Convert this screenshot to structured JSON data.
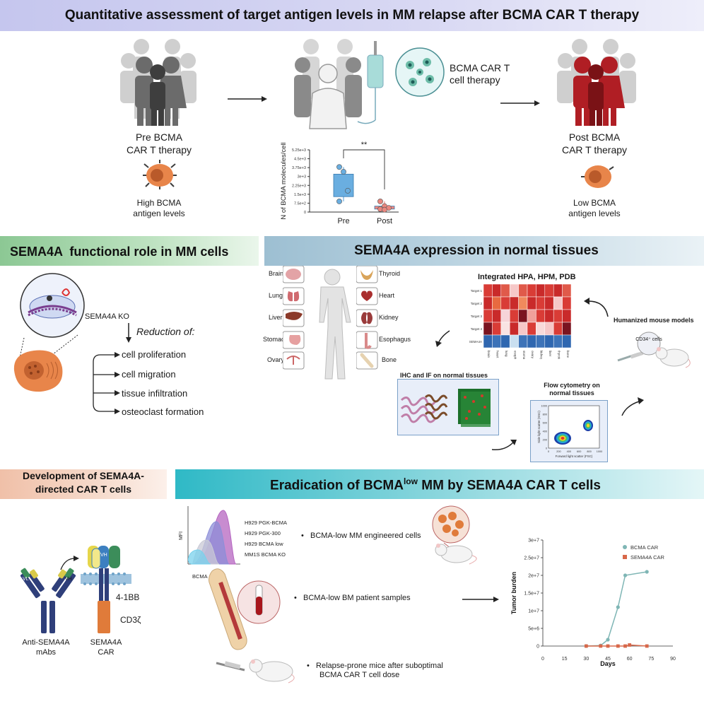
{
  "section1": {
    "title": "Quantitative assessment of target antigen levels in MM relapse after BCMA CAR T therapy",
    "pre_label_1": "Pre BCMA",
    "pre_label_2": "CAR T therapy",
    "pre_antigen_1": "High BCMA",
    "pre_antigen_2": "antigen levels",
    "therapy_label_1": "BCMA CAR T",
    "therapy_label_2": "cell therapy",
    "post_label_1": "Post BCMA",
    "post_label_2": "CAR T therapy",
    "post_antigen_1": "Low BCMA",
    "post_antigen_2": "antigen levels",
    "colors": {
      "banner": "#c5c6ee",
      "post_people": "#b01e24",
      "pre_people": "#666666"
    }
  },
  "chart_data": [
    {
      "type": "box",
      "ylabel": "N of BCMA molecules/cell",
      "yticks": [
        "0",
        "7.5e+2",
        "1.5e+3",
        "2.25e+3",
        "3e+3",
        "3.75e+3",
        "4.5e+3",
        "5.25e+3"
      ],
      "ylim": [
        0,
        5250
      ],
      "categories": [
        "Pre",
        "Post"
      ],
      "significance": "**",
      "series": [
        {
          "category": "Pre",
          "points": [
            3800,
            3400,
            1800,
            900
          ],
          "q1": 1300,
          "median": 2200,
          "q3": 3200,
          "min": 900,
          "max": 3800,
          "color": "#6aaee0"
        },
        {
          "category": "Post",
          "points": [
            900,
            500,
            350,
            250,
            200
          ],
          "q1": 250,
          "median": 350,
          "q3": 500,
          "min": 150,
          "max": 900,
          "color": "#e9877f"
        }
      ]
    },
    {
      "type": "heatmap",
      "title": "Integrated HPA, HPM, PDB",
      "rows": [
        "Target 1",
        "Target 2",
        "Target 3",
        "Target 4",
        "SEMA4A"
      ],
      "columns": [
        "brain",
        "heart",
        "lung",
        "esophagus",
        "stomach",
        "ovary",
        "kidney",
        "liver",
        "thyroid",
        "bone"
      ]
    },
    {
      "type": "scatter",
      "title": "Flow cytometry on normal tissues",
      "xlabel": "Forward light scatter (FSC)",
      "ylabel": "Side light scatter (SSC)",
      "xticks": [
        "0",
        "200",
        "400",
        "600",
        "800",
        "1000"
      ],
      "yticks": [
        "0",
        "200",
        "400",
        "600",
        "800",
        "1000"
      ]
    },
    {
      "type": "histogram",
      "xlabel": "BCMA",
      "ylabel": "MFI",
      "series": [
        {
          "name": "H929 PGK-BCMA",
          "color": "#b565c0"
        },
        {
          "name": "H929 PGK-300",
          "color": "#8c8ed8"
        },
        {
          "name": "H929 BCMA low",
          "color": "#c9c9d6"
        },
        {
          "name": "MM1S BCMA KO",
          "color": "#7ad1ec"
        }
      ]
    },
    {
      "type": "line",
      "xlabel": "Days",
      "ylabel": "Tumor burden",
      "xticks": [
        "0",
        "15",
        "30",
        "45",
        "60",
        "75",
        "90"
      ],
      "yticks": [
        "0",
        "5e+6",
        "1e+7",
        "1.5e+7",
        "2e+7",
        "2.5e+7",
        "3e+7"
      ],
      "xlim": [
        0,
        90
      ],
      "ylim": [
        0,
        30000000
      ],
      "series": [
        {
          "name": "BCMA CAR",
          "color": "#7fb6b5",
          "x": [
            30,
            40,
            45,
            52,
            57,
            72
          ],
          "y": [
            0,
            150000,
            1800000,
            11000000,
            20000000,
            21000000
          ]
        },
        {
          "name": "SEMA4A CAR",
          "color": "#d8684a",
          "x": [
            30,
            40,
            45,
            52,
            57,
            60,
            72
          ],
          "y": [
            0,
            0,
            0,
            0,
            0,
            300000,
            0
          ]
        }
      ]
    }
  ],
  "section2": {
    "title": "SEMA4A  functional role in MM cells",
    "ko_label": "SEMA4A KO",
    "reduction": "Reduction of:",
    "items": [
      "cell proliferation",
      "cell migration",
      "tissue infiltration",
      "osteoclast formation"
    ],
    "colors": {
      "banner": "#98cf9d"
    }
  },
  "section3": {
    "title": "SEMA4A expression in normal tissues",
    "organs_left": [
      "Brain",
      "Lung",
      "Liver",
      "Stomach",
      "Ovary"
    ],
    "organs_right": [
      "Thyroid",
      "Heart",
      "Kidney",
      "Esophagus",
      "Bone"
    ],
    "ihc_title": "IHC and IF on normal tissues",
    "mouse_title": "Humanized mouse models",
    "cd34_label": "CD34⁺ cells",
    "colors": {
      "banner": "#a9c6d6"
    }
  },
  "section4": {
    "title_1": "Development of SEMA4A-",
    "title_2": "directed CAR T cells",
    "vh": "VH",
    "vl": "VL",
    "label_41bb": "4-1BB",
    "label_cd3z": "CD3ζ",
    "mab_label_1": "Anti-SEMA4A",
    "mab_label_2": "mAbs",
    "car_label_1": "SEMA4A",
    "car_label_2": "CAR",
    "colors": {
      "banner": "#f3c9b3"
    }
  },
  "section5": {
    "title_pre": "Eradication of BCMA",
    "title_sup": "low",
    "title_post": " MM by SEMA4A CAR T cells",
    "bullets": [
      "BCMA-low MM engineered cells",
      "BCMA-low BM patient samples",
      "Relapse-prone mice after suboptimal",
      "BCMA CAR T cell dose"
    ],
    "colors": {
      "banner": "#3fc0cc"
    }
  }
}
